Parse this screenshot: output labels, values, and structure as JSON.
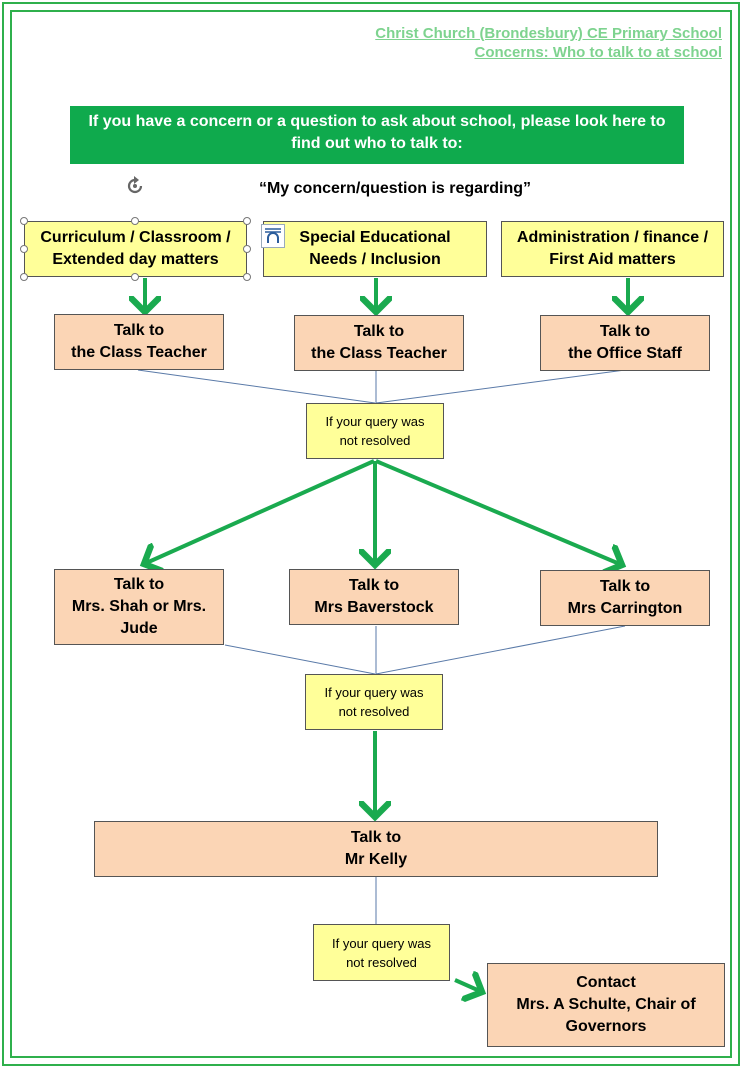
{
  "header": {
    "school_name": "Christ Church (Brondesbury) CE Primary School",
    "subtitle": "Concerns: Who to talk to at school"
  },
  "banner": "If you have a concern or a question to ask about school, please look here to find out who to talk to:",
  "prompt": "“My concern/question is regarding”",
  "categories": [
    {
      "line1": "Curriculum / Classroom /",
      "line2": "Extended day matters"
    },
    {
      "line1": "Special Educational",
      "line2": "Needs / Inclusion"
    },
    {
      "line1": "Administration / finance /",
      "line2": "First Aid matters"
    }
  ],
  "level1": [
    {
      "line1": "Talk to",
      "line2": "the Class Teacher"
    },
    {
      "line1": "Talk to",
      "line2": "the Class Teacher"
    },
    {
      "line1": "Talk to",
      "line2": "the Office Staff"
    }
  ],
  "not_resolved": {
    "line1": "If your query was",
    "line2": "not resolved"
  },
  "level2": [
    {
      "line1": "Talk to",
      "line2": "Mrs. Shah or Mrs.",
      "line3": "Jude"
    },
    {
      "line1": "Talk to",
      "line2": "Mrs Baverstock"
    },
    {
      "line1": "Talk to",
      "line2": "Mrs Carrington"
    }
  ],
  "level3": {
    "line1": "Talk to",
    "line2": "Mr Kelly"
  },
  "final": {
    "line1": "Contact",
    "line2": "Mrs. A Schulte, Chair of",
    "line3": "Governors"
  },
  "colors": {
    "accent_green": "#0faa4d",
    "arrow_green": "#1aaa4f",
    "yellow_box": "#ffff99",
    "peach_box": "#fbd5b5"
  },
  "icons": [
    "rotate-handle-icon",
    "layout-options-icon"
  ]
}
